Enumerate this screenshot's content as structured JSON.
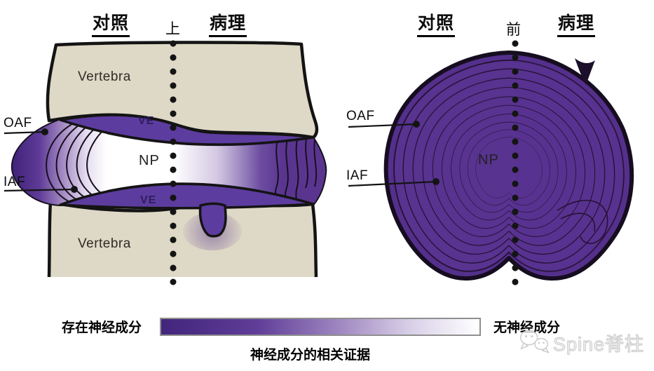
{
  "figure": {
    "sagittal": {
      "control": "对照",
      "axis": "上",
      "pathology": "病理",
      "vertebra_top": "Vertebra",
      "vertebra_bottom": "Vertebra",
      "ve_top": "VE",
      "ve_bottom": "VE",
      "np": "NP",
      "oaf": "OAF",
      "iaf": "IAF"
    },
    "axial": {
      "control": "对照",
      "axis": "前",
      "pathology": "病理",
      "np": "NP",
      "oaf": "OAF",
      "iaf": "IAF"
    },
    "legend": {
      "present_label": "存在神经成分",
      "absent_label": "无神经成分",
      "caption": "神经成分的相关证据"
    },
    "watermark": {
      "brand": "Spine脊柱"
    },
    "colors": {
      "annulus_dark": "#54308c",
      "ve_purple": "#5d3c9f",
      "vertebra_beige": "#ded8c6",
      "outline": "#17101f",
      "gradient_start": "#42257c",
      "gradient_end": "#ffffff"
    }
  }
}
